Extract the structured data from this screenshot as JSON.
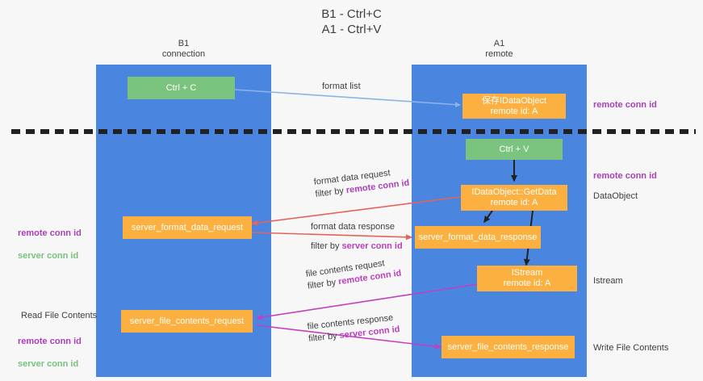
{
  "title": "B1 - Ctrl+C\nA1 - Ctrl+V",
  "columns": {
    "left": {
      "label": "B1\nconnection"
    },
    "right": {
      "label": "A1\nremote"
    }
  },
  "colors": {
    "lane": "#4a86e0",
    "green_box": "#7bc47f",
    "orange_box": "#fbb040",
    "purple_text": "#a93fb8",
    "green_text": "#78c27e",
    "magenta_text": "#bb3fbb",
    "blue_arrow": "#8ab4e8",
    "red_arrow": "#e8625c",
    "magenta_arrow": "#c23fc2",
    "black_arrow": "#202124",
    "divider": "#202124",
    "background": "#f7f7f7"
  },
  "boxes": {
    "ctrl_c": {
      "label": "Ctrl + C"
    },
    "ctrl_v": {
      "label": "Ctrl + V"
    },
    "save_idataobject": {
      "label": "保存IDataObject\nremote id: A"
    },
    "getdata": {
      "label": "IDataObject::GetData\nremote id: A"
    },
    "istream": {
      "label": "IStream\nremote id: A"
    },
    "server_format_data_request": {
      "label": "server_format_data_request"
    },
    "server_format_data_response": {
      "label": "server_format_data_response"
    },
    "server_file_contents_request": {
      "label": "server_file_contents_request"
    },
    "server_file_contents_response": {
      "label": "server_file_contents_response"
    }
  },
  "edges": {
    "format_list": {
      "line1": "format list",
      "line2": "",
      "filter_label": "",
      "filter_value": ""
    },
    "format_data_request": {
      "line1": "format data request",
      "filter_label": "filter by ",
      "filter_value": "remote conn id"
    },
    "format_data_response": {
      "line1": "format data response",
      "filter_label": "filter by ",
      "filter_value": "server conn id"
    },
    "file_contents_request": {
      "line1": "file contents request",
      "filter_label": "filter by ",
      "filter_value": "remote conn id"
    },
    "file_contents_response": {
      "line1": "file contents response",
      "filter_label": "filter by ",
      "filter_value": "server conn id"
    }
  },
  "annotations": {
    "right_top": {
      "text": "remote conn id"
    },
    "right_getdata": {
      "text": "remote conn id"
    },
    "right_dataobject": {
      "text": "DataObject"
    },
    "right_istream": {
      "text": "Istream"
    },
    "right_write": {
      "text": "Write File Contents"
    },
    "left_format": {
      "line1": "remote conn id",
      "line2": "server conn id"
    },
    "left_read_title": {
      "text": "Read File Contents"
    },
    "left_file": {
      "line1": "remote conn id",
      "line2": "server conn id"
    }
  }
}
